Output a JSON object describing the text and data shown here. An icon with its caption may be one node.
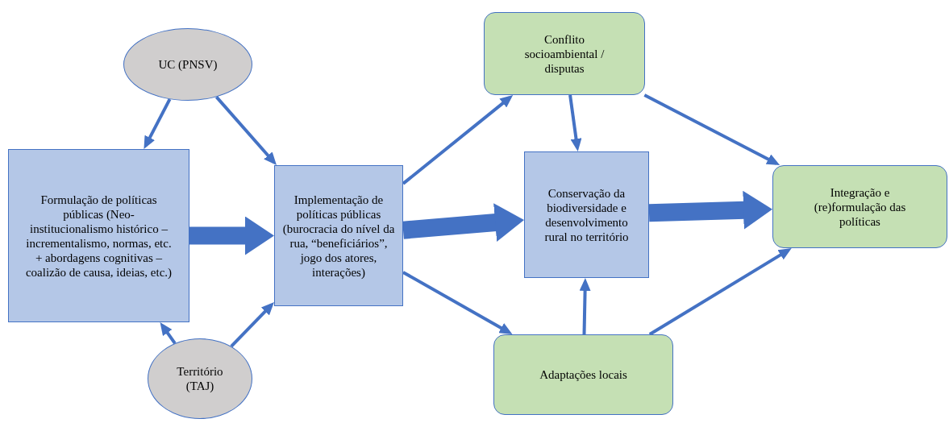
{
  "diagram": {
    "nodes": [
      {
        "text": [
          "UC (PNSV)"
        ]
      },
      {
        "text": [
          "Formulação de políticas públicas (Neo-institucionalismo histórico – incrementalismo, normas, etc. + abordagens cognitivas – coalizão de causa, ideias, etc.)"
        ]
      },
      {
        "text": [
          "Implementação de políticas públicas (burocracia do nível da rua, “beneficiários”, jogo dos atores, interações)"
        ]
      },
      {
        "text": [
          "Território (TAJ)"
        ]
      },
      {
        "text": [
          "Conflito socioambiental / disputas"
        ]
      },
      {
        "text": [
          "Conservação da biodiversidade e desenvolvimento rural no território"
        ]
      },
      {
        "text": [
          "Adaptações locais"
        ]
      },
      {
        "text": [
          "Integração e (re)formulação das políticas"
        ]
      }
    ],
    "edges": [
      {
        "from": 0,
        "to": 1,
        "arrow": "to"
      },
      {
        "from": 0,
        "to": 2,
        "arrow": "to"
      },
      {
        "from": 3,
        "to": 1,
        "arrow": "to"
      },
      {
        "from": 3,
        "to": 2,
        "arrow": "to"
      },
      {
        "from": 1,
        "to": 2,
        "arrow": "to",
        "style": "thick"
      },
      {
        "from": 2,
        "to": 4,
        "arrow": "to"
      },
      {
        "from": 2,
        "to": 5,
        "arrow": "to",
        "style": "thick"
      },
      {
        "from": 2,
        "to": 6,
        "arrow": "to"
      },
      {
        "from": 4,
        "to": 5,
        "arrow": "to"
      },
      {
        "from": 6,
        "to": 5,
        "arrow": "to"
      },
      {
        "from": 4,
        "to": 7,
        "arrow": "to"
      },
      {
        "from": 5,
        "to": 7,
        "arrow": "to",
        "style": "thick"
      },
      {
        "from": 6,
        "to": 7,
        "arrow": "to"
      }
    ]
  }
}
